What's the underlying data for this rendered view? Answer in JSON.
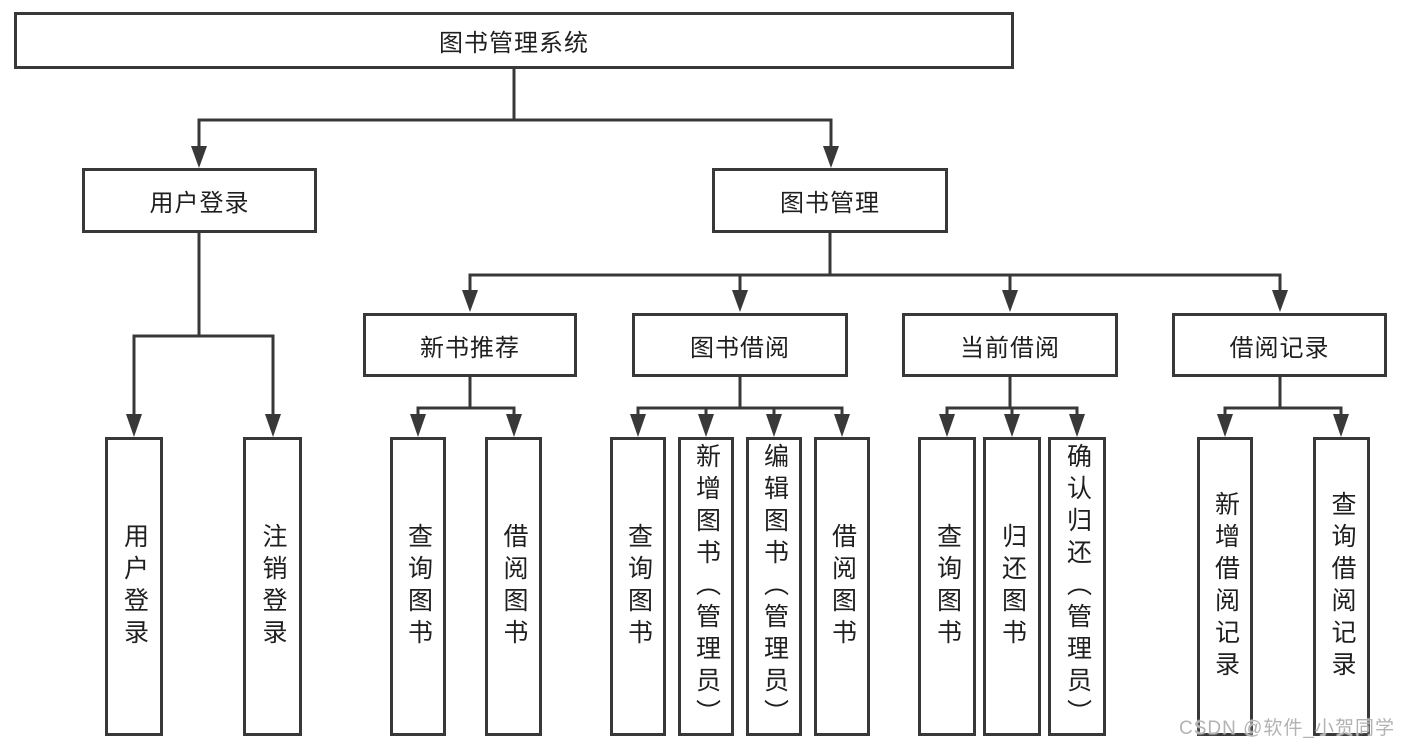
{
  "diagram": {
    "root": {
      "label": "图书管理系统"
    },
    "branches": [
      {
        "label": "用户登录",
        "children": [
          {
            "label": "用户登录"
          },
          {
            "label": "注销登录"
          }
        ]
      },
      {
        "label": "图书管理",
        "children": [
          {
            "label": "新书推荐",
            "children": [
              {
                "label": "查询图书"
              },
              {
                "label": "借阅图书"
              }
            ]
          },
          {
            "label": "图书借阅",
            "children": [
              {
                "label": "查询图书"
              },
              {
                "label": "新增图书（管理员）"
              },
              {
                "label": "编辑图书（管理员）"
              },
              {
                "label": "借阅图书"
              }
            ]
          },
          {
            "label": "当前借阅",
            "children": [
              {
                "label": "查询图书"
              },
              {
                "label": "归还图书"
              },
              {
                "label": "确认归还（管理员）"
              }
            ]
          },
          {
            "label": "借阅记录",
            "children": [
              {
                "label": "新增借阅记录"
              },
              {
                "label": "查询借阅记录"
              }
            ]
          }
        ]
      }
    ]
  },
  "watermark": {
    "text": "CSDN @软件_小贺同学"
  },
  "colors": {
    "line": "#383838",
    "text": "#1f1f1f",
    "watermark": "#b3b3b3",
    "background": "#ffffff"
  }
}
